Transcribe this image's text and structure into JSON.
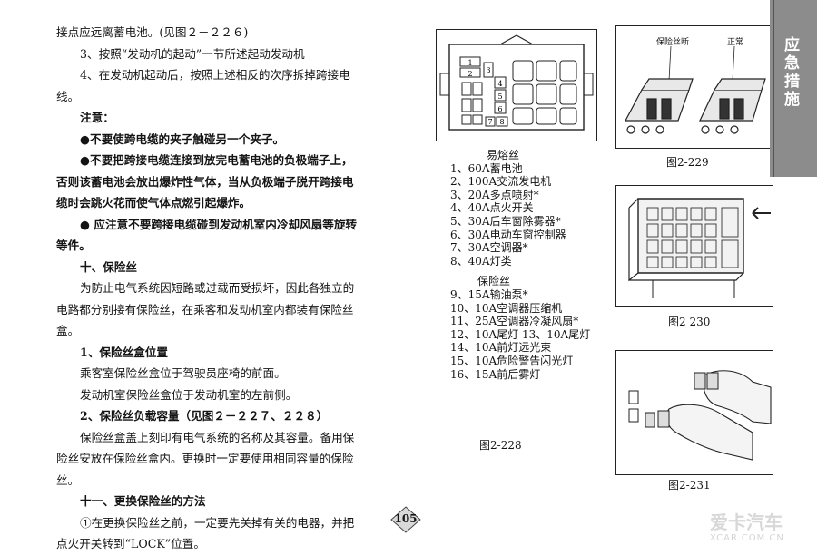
{
  "left_column": {
    "l1": "接点应远离蓄电池。(见图２－２２６)",
    "l2": "3、按照“发动机的起动”一节所述起动发动机",
    "l3": "4、在发动机起动后，按照上述相反的次序拆掉跨接电",
    "l4": "线。",
    "note_title": "注意：",
    "b1": "●不要使跨电缆的夹子触碰另一个夹子。",
    "b2": "●不要把跨接电缆连接到放完电蓄电池的负极端子上，",
    "b3": "否则该蓄电池会放出爆炸性气体，当从负极端子脱开跨接电",
    "b4": "缆时会跳火花而使气体点燃引起爆炸。",
    "b5": "● 应注意不要跨接电缆碰到发动机室内冷却风扇等旋转",
    "b6": "等件。",
    "h10": "十、保险丝",
    "p10a": "为防止电气系统因短路或过载而受损坏，因此各独立的",
    "p10b": "电路都分别接有保险丝，在乘客和发动机室内都装有保险丝",
    "p10c": "盒。",
    "s1": "1、保险丝盒位置",
    "s1a": "乘客室保险丝盒位于驾驶员座椅的前面。",
    "s1b": "发动机室保险丝盒位于发动机室的左前侧。",
    "s2": "2、保险丝负载容量（见图２－２２７、２２８）",
    "s2a": "保险丝盒盖上刻印有电气系统的名称及其容量。备用保",
    "s2b": "险丝安放在保险丝盒内。更换时一定要使用相同容量的保险",
    "s2c": "丝。",
    "h11": "十一、更换保险丝的方法",
    "p11a": "①在更换保险丝之前，一定要先关掉有关的电器，并把",
    "p11b": "点火开关转到“LOCK”位置。"
  },
  "legend": {
    "title1": "易熔丝",
    "items1": [
      "1、60A蓄电池",
      "2、100A交流发电机",
      "3、20A多点喷射*",
      "4、40A点火开关",
      "5、30A后车窗除雾器*",
      "6、30A电动车窗控制器",
      "7、30A空调器*",
      "8、40A灯类"
    ],
    "title2": "保险丝",
    "items2": [
      "9、15A输油泵*",
      "10、10A空调器压缩机",
      "11、25A空调器冷凝风扇*",
      "12、10A尾灯  13、10A尾灯",
      "14、10A前灯远光束",
      "15、10A危险警告闪光灯",
      "16、15A前后雾灯"
    ]
  },
  "captions": {
    "fig228": "图2-228",
    "fig229": "图2-229",
    "fig230": "图2 230",
    "fig231": "图2-231",
    "fig229_left": "保险丝断",
    "fig229_right": "正常"
  },
  "fusebox_numbers": [
    "1",
    "2",
    "3",
    "4",
    "5",
    "6",
    "7",
    "8"
  ],
  "side_tab": "应急措施",
  "page_number": "105",
  "watermark": "爱卡汽车",
  "watermark_url": "XCAR.COM.CN"
}
